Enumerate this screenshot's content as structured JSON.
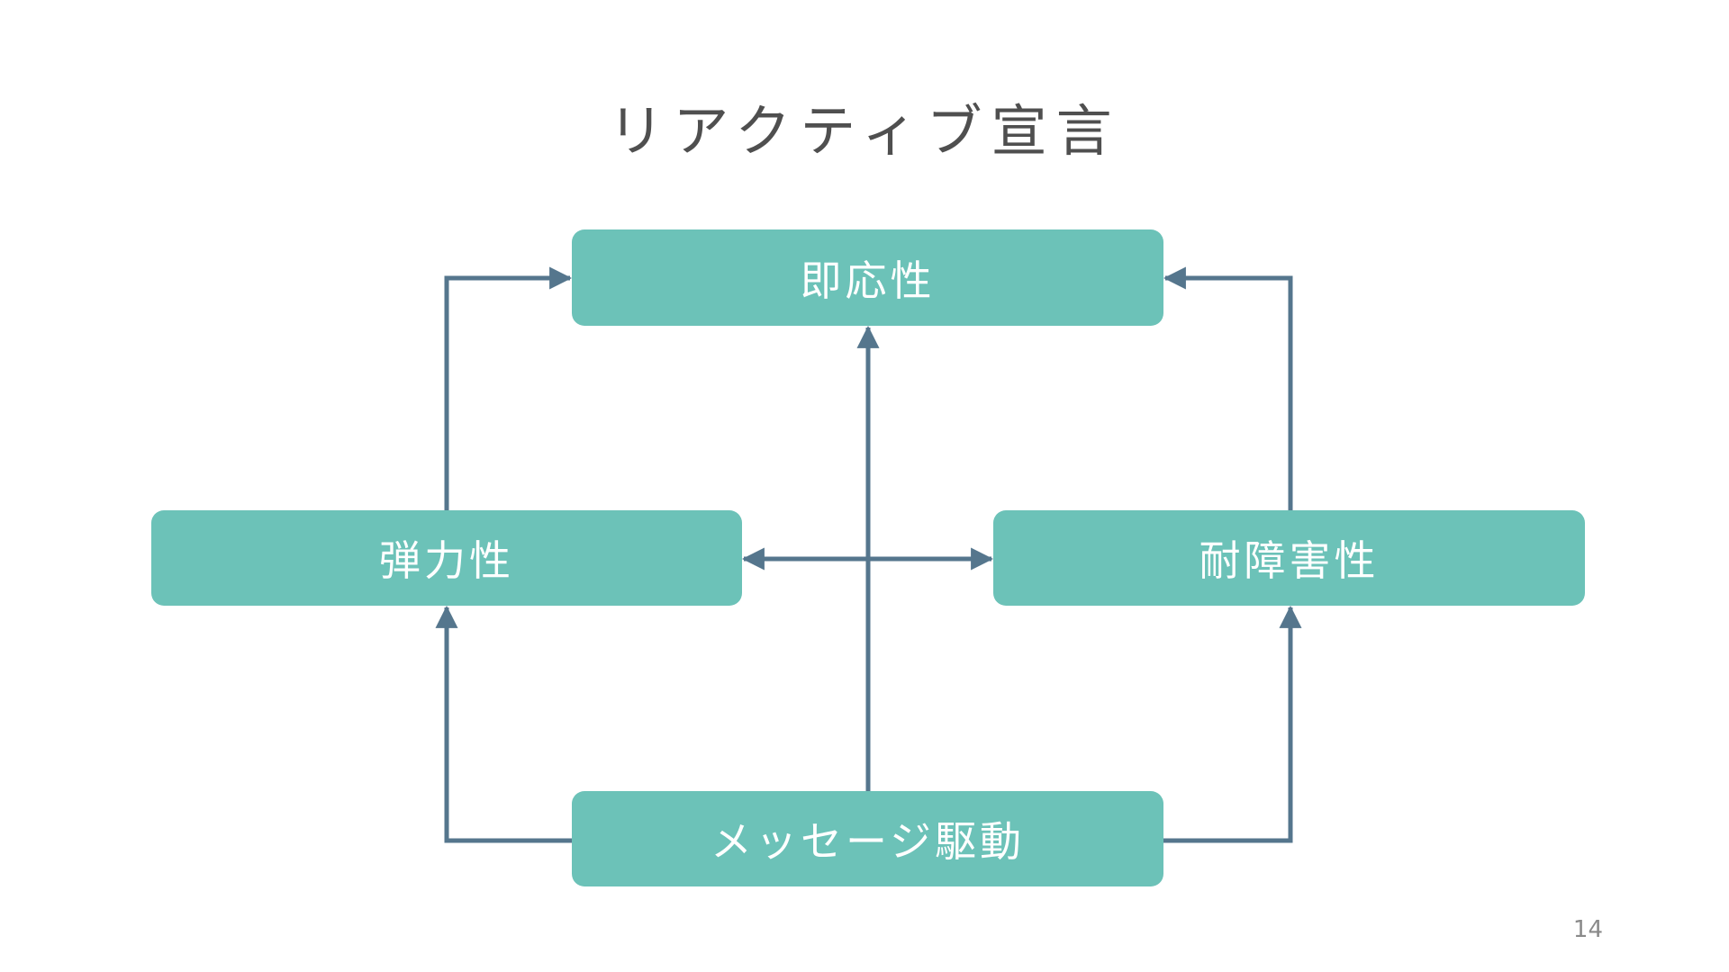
{
  "slide": {
    "title": "リアクティブ宣言",
    "page_number": "14"
  },
  "diagram": {
    "nodes": {
      "responsive": "即応性",
      "elastic": "弾力性",
      "resilient": "耐障害性",
      "message_driven": "メッセージ駆動"
    },
    "edges": [
      {
        "from": "elastic",
        "to": "responsive"
      },
      {
        "from": "resilient",
        "to": "responsive"
      },
      {
        "from": "message_driven",
        "to": "responsive"
      },
      {
        "from": "message_driven",
        "to": "elastic"
      },
      {
        "from": "message_driven",
        "to": "resilient"
      },
      {
        "from": "elastic",
        "to": "resilient",
        "bidirectional": true
      }
    ],
    "colors": {
      "node_fill": "#6cc2b8",
      "node_text": "#ffffff",
      "connector": "#55768d"
    }
  }
}
